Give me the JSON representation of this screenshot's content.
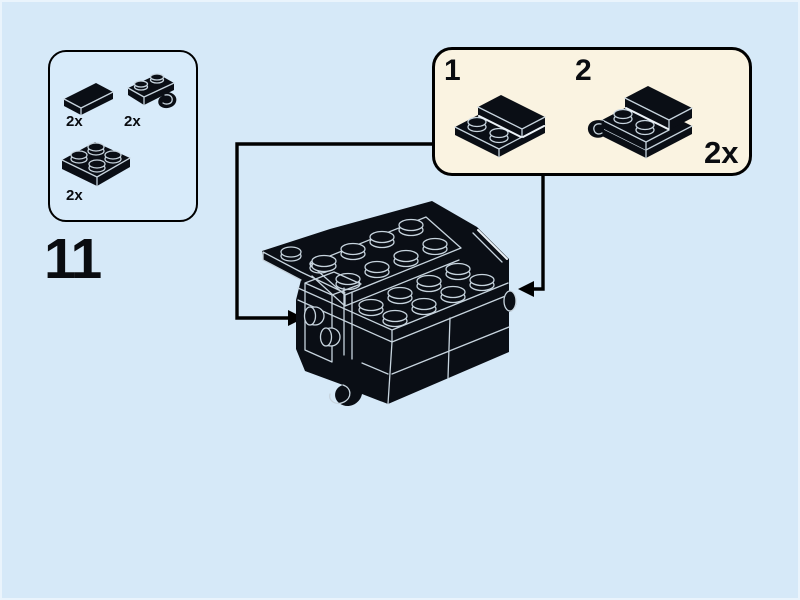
{
  "page": {
    "step_number": "11",
    "background_color": "#d6e9f8"
  },
  "parts_panel": {
    "items": [
      {
        "part": "tile-1x2-black",
        "qty": "2x"
      },
      {
        "part": "plate-1x2-with-clip-black",
        "qty": "2x"
      },
      {
        "part": "plate-2x2-black",
        "qty": "2x"
      }
    ]
  },
  "callout": {
    "background_color": "#faf3e1",
    "quantity": "2x",
    "substeps": [
      {
        "label": "1",
        "part": "plate-2x2-with-tile-1x2"
      },
      {
        "label": "2",
        "part": "plate-2x2-with-clip-plate-and-tile"
      }
    ]
  },
  "model": {
    "description": "black-brick-assembly-with-side-clips",
    "piece_color": "#0a0e15"
  }
}
